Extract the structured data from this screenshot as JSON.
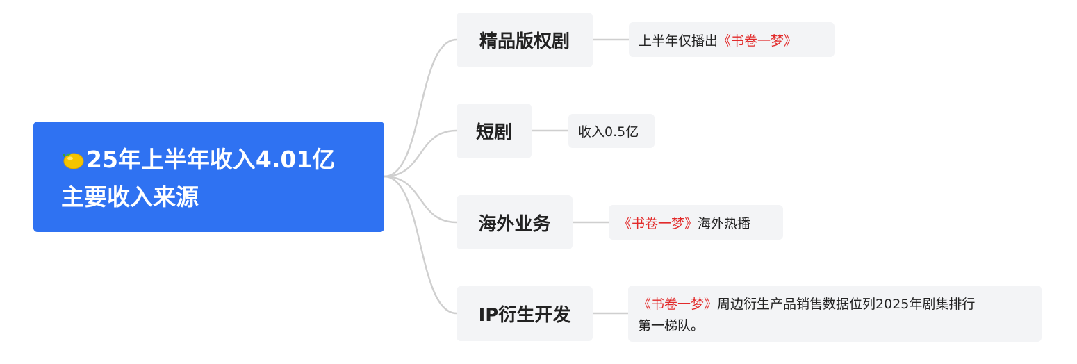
{
  "root": {
    "line1": "25年上半年收入4.01亿",
    "line2": "主要收入来源",
    "icon": "lemon-icon"
  },
  "branches": [
    {
      "label": "精品版权剧",
      "leaf": {
        "before": "上半年仅播出",
        "highlight": "《书卷一梦》",
        "after": ""
      }
    },
    {
      "label": "短剧",
      "leaf": {
        "before": "收入0.5亿",
        "highlight": "",
        "after": ""
      }
    },
    {
      "label": "海外业务",
      "leaf": {
        "before": "",
        "highlight": "《书卷一梦》",
        "after": "海外热播"
      }
    },
    {
      "label": "IP衍生开发",
      "leaf": {
        "before": "",
        "highlight": "《书卷一梦》",
        "after": "周边衍生产品销售数据位列2025年剧集排行",
        "line2": "第一梯队。"
      }
    }
  ],
  "colors": {
    "root_bg": "#2f72f2",
    "node_bg": "#f3f4f6",
    "highlight": "#e22b2b",
    "connector": "#cfcfcf"
  }
}
